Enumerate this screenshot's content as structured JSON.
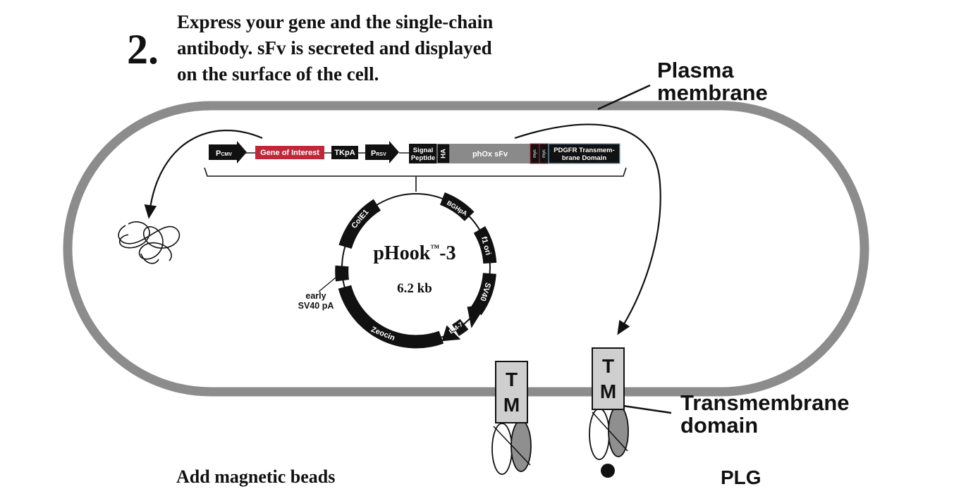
{
  "step": {
    "number": "2.",
    "heading_lines": [
      "Express your gene and the single-chain",
      "antibody. sFv is secreted and displayed",
      "on the surface of the cell."
    ]
  },
  "labels": {
    "plasma_membrane": [
      "Plasma",
      "membrane"
    ],
    "transmembrane_domain": [
      "Transmembrane",
      "domain"
    ],
    "bottom_left_partial": "Add magnetic beads",
    "bottom_right_partial": "PLG"
  },
  "construct": {
    "pcmv": {
      "main": "P",
      "sub": "CMV"
    },
    "gene": "Gene of Interest",
    "tkpa": "TKpA",
    "prsv": {
      "main": "P",
      "sub": "RSV"
    },
    "signal_peptide": [
      "Signal",
      "Peptide"
    ],
    "ha": "HA",
    "phox": "phOx sFv",
    "myc1": "myc",
    "myc2": "myc",
    "pdgfr": [
      "PDGFR Transmem-",
      "brane Domain"
    ]
  },
  "plasmid": {
    "name": "pHook",
    "tm": "™",
    "suffix": "-3",
    "size": "6.2 kb",
    "features": {
      "cole1": "ColE1",
      "bghpa": "BGHpA",
      "f1ori": "f1 ori",
      "sv40": "SV40",
      "em7": "EM-7",
      "zeocin": "Zeocin",
      "early": "early",
      "sv40pa": "SV40 pA"
    }
  },
  "tm_box": {
    "t": "T",
    "m": "M"
  },
  "colors": {
    "membrane": "#8c8c8c",
    "gene": "#c0283a",
    "phox": "#8a8a8a",
    "tm_box": "#cfcfcf",
    "antibody_gray": "#8f8f8f",
    "pdgfr_border": "#6fa7c9"
  }
}
